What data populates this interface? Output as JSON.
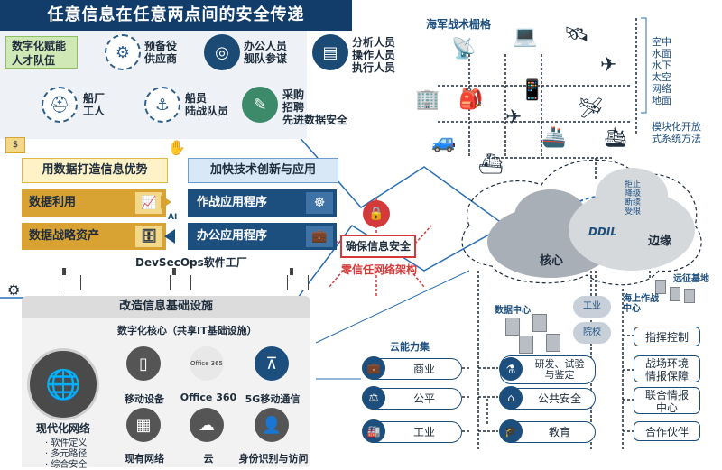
{
  "title": "任意信息在任意两点间的安全传递",
  "top": {
    "talent": "数字化赋能\n人才队伍",
    "roles": [
      {
        "label": "预备役\n供应商",
        "icon": "person-gear-icon"
      },
      {
        "label": "办公人员\n舰队参谋",
        "icon": "globe-people-icon"
      },
      {
        "label": "分析人员\n操作人员\n执行人员",
        "icon": "analyst-icon"
      },
      {
        "label": "船厂\n工人",
        "icon": "worker-icon"
      },
      {
        "label": "船员\n陆战队员",
        "icon": "crew-icon"
      },
      {
        "label": "采购\n招聘\n先进数据安全",
        "icon": "procure-icon"
      }
    ]
  },
  "left_panel": {
    "header": "用数据打造信息优势",
    "rows": [
      "数据利用",
      "数据战略资产"
    ]
  },
  "mid_label": "AI",
  "right_panel": {
    "header": "加快技术创新与应用",
    "rows": [
      "作战应用程序",
      "办公应用程序"
    ]
  },
  "devsecops": "DevSecOps软件工厂",
  "infra": {
    "header": "改造信息基础设施",
    "core_title": "数字化核心（共享IT基础设施）",
    "network_title": "现代化网络",
    "network_bullets": [
      "· 软件定义",
      "· 多元路径",
      "· 综合安全"
    ],
    "items": [
      {
        "label": "移动设备",
        "icon": "mobile-icon"
      },
      {
        "label": "Office 360",
        "icon": "office-icon",
        "badge": "Office 365"
      },
      {
        "label": "5G移动通信",
        "icon": "antenna-icon"
      },
      {
        "label": "现有网络",
        "icon": "network-icon"
      },
      {
        "label": "云",
        "icon": "cloud-check-icon"
      },
      {
        "label": "身份识别与访问",
        "icon": "identity-icon"
      }
    ]
  },
  "security": {
    "box": "确保信息安全",
    "zero_trust": "零信任网络架构"
  },
  "tactical": {
    "title": "海军战术栅格",
    "domains": [
      "空中",
      "水面",
      "水下",
      "太空",
      "网络",
      "地面"
    ],
    "modular": "模块化开放\n式系统方法"
  },
  "cloud": {
    "core": "核心",
    "edge": "边缘",
    "ddil": "DDIL",
    "deny": "拒止\n降级\n断续\n受限"
  },
  "data_center": {
    "label": "数据中心",
    "industry": "工业",
    "academy": "院校"
  },
  "cloud_cap": {
    "title": "云能力集",
    "left": [
      {
        "label": "商业",
        "icon": "briefcase-icon"
      },
      {
        "label": "公平",
        "icon": "scale-icon"
      },
      {
        "label": "工业",
        "icon": "factory-icon"
      }
    ],
    "right": [
      {
        "label": "研发、试验\n与鉴定",
        "icon": "rd-icon"
      },
      {
        "label": "公共安全",
        "icon": "shield-house-icon"
      },
      {
        "label": "教育",
        "icon": "graduation-icon"
      }
    ]
  },
  "edge_side": {
    "remote_base": "远征基地",
    "maritime_center": "海上作战\n中心",
    "boxes": [
      "指挥控制",
      "战场环境\n情报保障",
      "联合情报\n中心",
      "合作伙伴"
    ]
  },
  "colors": {
    "navy": "#123d6b",
    "gold": "#d9a334",
    "red": "#d43a3a"
  }
}
